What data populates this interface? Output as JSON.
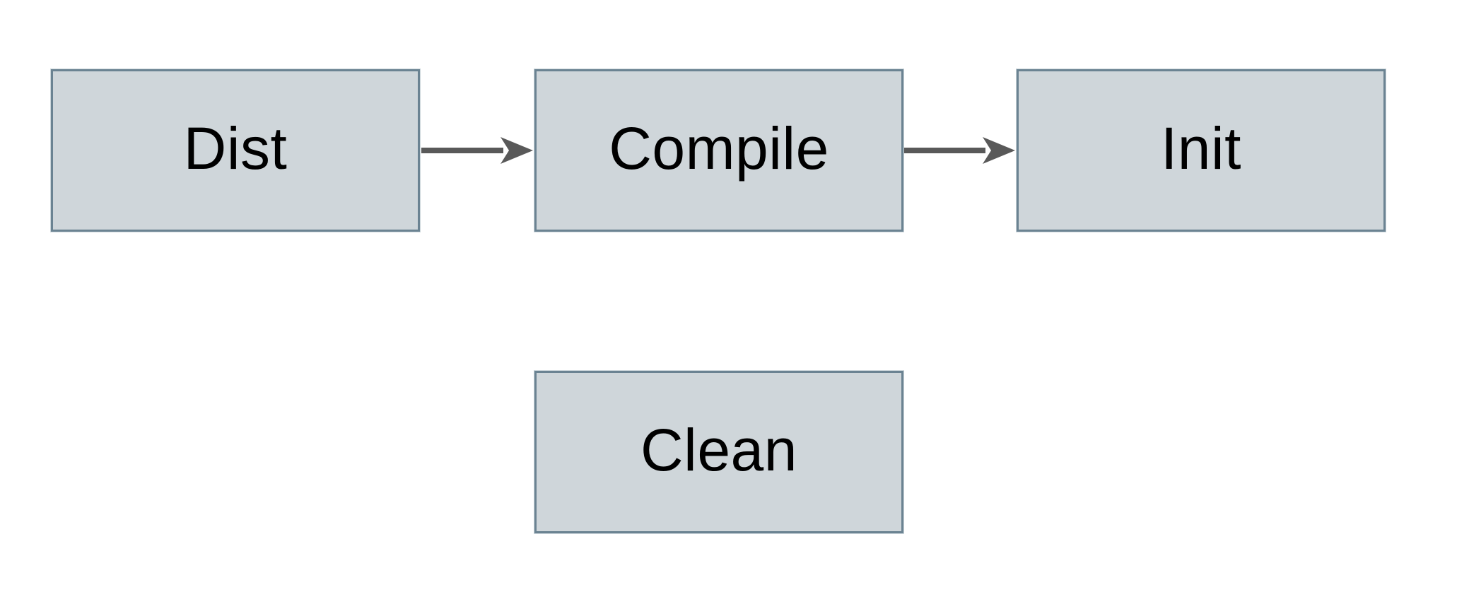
{
  "diagram": {
    "title": "build-targets-flow",
    "nodes": [
      {
        "id": "dist",
        "label": "Dist"
      },
      {
        "id": "compile",
        "label": "Compile"
      },
      {
        "id": "init",
        "label": "Init"
      },
      {
        "id": "clean",
        "label": "Clean"
      }
    ],
    "edges": [
      {
        "from": "dist",
        "to": "compile",
        "direction": "right"
      },
      {
        "from": "compile",
        "to": "init",
        "direction": "right"
      }
    ]
  },
  "theme": {
    "canvas-bg": "#ffffff",
    "node-fill": "#cfd6da",
    "node-border": "#6b8392",
    "arrow-color": "#595959",
    "text-color": "#000000"
  }
}
